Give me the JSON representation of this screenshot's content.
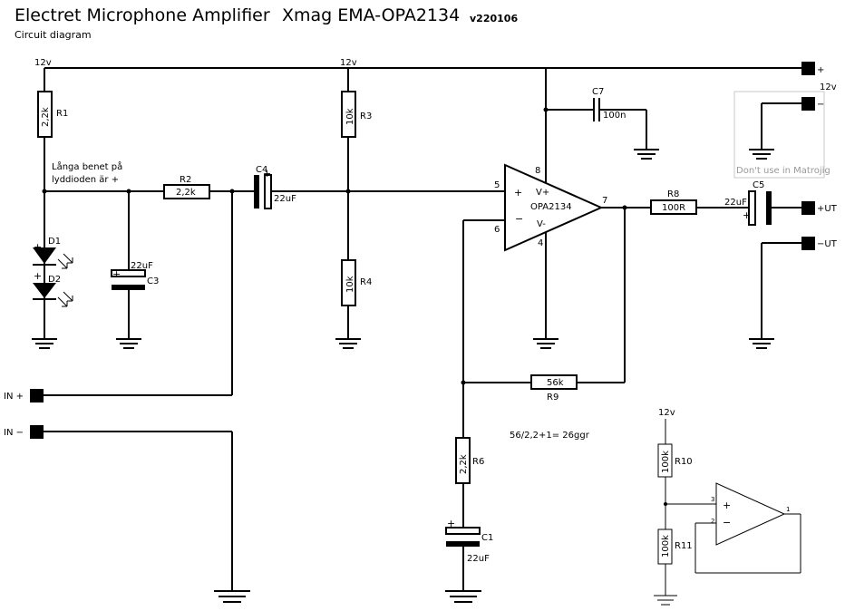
{
  "header": {
    "title": "Electret Microphone Amplifier",
    "model": "Xmag EMA-OPA2134",
    "version": "v220106",
    "subtitle": "Circuit diagram"
  },
  "supply": {
    "left_label": "12v",
    "mid_label": "12v",
    "right_label": "12v",
    "plus_terminal": "+",
    "minus_terminal": "−",
    "unused_note": "Don't use in Matrojig"
  },
  "components": {
    "R1": {
      "name": "R1",
      "value": "2,2k"
    },
    "R2": {
      "name": "R2",
      "value": "2,2k"
    },
    "R3": {
      "name": "R3",
      "value": "10k"
    },
    "R4": {
      "name": "R4",
      "value": "10k"
    },
    "R6": {
      "name": "R6",
      "value": "2,2k"
    },
    "R8": {
      "name": "R8",
      "value": "100R"
    },
    "R9": {
      "name": "R9",
      "value": "56k"
    },
    "R10": {
      "name": "R10",
      "value": "100k"
    },
    "R11": {
      "name": "R11",
      "value": "100k"
    },
    "C1": {
      "name": "C1",
      "value": "22uF"
    },
    "C3": {
      "name": "C3",
      "value": "22uF"
    },
    "C4": {
      "name": "C4",
      "value": "22uF"
    },
    "C5": {
      "name": "C5",
      "value": "22uF"
    },
    "C7": {
      "name": "C7",
      "value": "100n"
    },
    "D1": {
      "name": "D1"
    },
    "D2": {
      "name": "D2"
    }
  },
  "opamp": {
    "name": "OPA2134",
    "vplus": "V+",
    "vminus": "V-",
    "pin_plus": "+",
    "pin_minus": "−",
    "pin5": "5",
    "pin6": "6",
    "pin7": "7",
    "pin8": "8",
    "pin4": "4"
  },
  "buffer": {
    "pin1": "1",
    "pin2": "2",
    "pin3": "3",
    "plus": "+",
    "minus": "−",
    "supply": "12v"
  },
  "labels": {
    "led_note_1": "Långa benet på",
    "led_note_2": "lyddioden är +",
    "gain_formula": "56/2,2+1= 26ggr",
    "in_plus": "IN +",
    "in_minus": "IN −",
    "out_plus": "+UT",
    "out_minus": "−UT",
    "diode_plus": "+",
    "cap_plus": "+"
  }
}
